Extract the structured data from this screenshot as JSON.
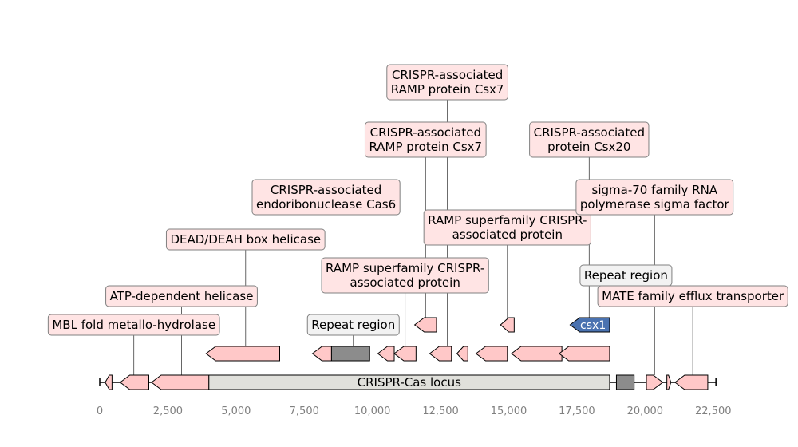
{
  "chart_data": {
    "type": "genomic-map",
    "xlim": [
      0,
      22800
    ],
    "ticks": [
      {
        "value": 0,
        "label": "0"
      },
      {
        "value": 2500,
        "label": "2,500"
      },
      {
        "value": 5000,
        "label": "5,000"
      },
      {
        "value": 7500,
        "label": "7,500"
      },
      {
        "value": 10000,
        "label": "10,000"
      },
      {
        "value": 12500,
        "label": "12,500"
      },
      {
        "value": 15000,
        "label": "15,000"
      },
      {
        "value": 17500,
        "label": "17,500"
      },
      {
        "value": 20000,
        "label": "20,000"
      },
      {
        "value": 22500,
        "label": "22,500"
      }
    ],
    "backbone": {
      "start": 0,
      "end": 22600
    },
    "locus": {
      "start": 4000,
      "end": 18700,
      "label": "CRISPR-Cas locus"
    },
    "features": [
      {
        "id": "g1",
        "start": 200,
        "end": 450,
        "strand": -1,
        "track": 0,
        "kind": "gene"
      },
      {
        "id": "g2",
        "start": 750,
        "end": 1800,
        "strand": -1,
        "track": 0,
        "kind": "gene"
      },
      {
        "id": "g3",
        "start": 1900,
        "end": 4000,
        "strand": -1,
        "track": 0,
        "kind": "gene"
      },
      {
        "id": "r1",
        "start": 18950,
        "end": 19600,
        "strand": 0,
        "track": 0,
        "kind": "repeat"
      },
      {
        "id": "g4",
        "start": 20050,
        "end": 20650,
        "strand": 1,
        "track": 0,
        "kind": "gene"
      },
      {
        "id": "g5",
        "start": 20800,
        "end": 20950,
        "strand": 1,
        "track": 0,
        "kind": "gene"
      },
      {
        "id": "g6",
        "start": 21100,
        "end": 22300,
        "strand": -1,
        "track": 0,
        "kind": "gene"
      },
      {
        "id": "g7",
        "start": 3900,
        "end": 6600,
        "strand": -1,
        "track": 1,
        "kind": "gene"
      },
      {
        "id": "g8",
        "start": 7800,
        "end": 8500,
        "strand": -1,
        "track": 1,
        "kind": "gene"
      },
      {
        "id": "r2",
        "start": 8500,
        "end": 9900,
        "strand": 0,
        "track": 1,
        "kind": "repeat"
      },
      {
        "id": "g9",
        "start": 10200,
        "end": 10800,
        "strand": -1,
        "track": 1,
        "kind": "gene"
      },
      {
        "id": "g10",
        "start": 10800,
        "end": 11600,
        "strand": -1,
        "track": 1,
        "kind": "gene"
      },
      {
        "id": "g11",
        "start": 12100,
        "end": 12900,
        "strand": -1,
        "track": 1,
        "kind": "gene"
      },
      {
        "id": "g12",
        "start": 13100,
        "end": 13500,
        "strand": -1,
        "track": 1,
        "kind": "gene"
      },
      {
        "id": "g13",
        "start": 13800,
        "end": 14950,
        "strand": -1,
        "track": 1,
        "kind": "gene"
      },
      {
        "id": "g14",
        "start": 15100,
        "end": 16950,
        "strand": -1,
        "track": 1,
        "kind": "gene"
      },
      {
        "id": "g15",
        "start": 16850,
        "end": 18700,
        "strand": -1,
        "track": 1,
        "kind": "gene"
      },
      {
        "id": "g16",
        "start": 11550,
        "end": 12350,
        "strand": -1,
        "track": 2,
        "kind": "gene"
      },
      {
        "id": "g17",
        "start": 14700,
        "end": 15200,
        "strand": -1,
        "track": 2,
        "kind": "gene"
      },
      {
        "id": "g18",
        "start": 17250,
        "end": 18700,
        "strand": -1,
        "track": 2,
        "kind": "highlight",
        "label": "csx1"
      }
    ],
    "labels": [
      {
        "text": "MBL fold metallo-hydrolase",
        "anchor": 1250,
        "level": 0,
        "kind": "gene"
      },
      {
        "text": "ATP-dependent helicase",
        "anchor": 3000,
        "level": 1,
        "kind": "gene"
      },
      {
        "text": "DEAD/DEAH box helicase",
        "anchor": 5350,
        "level": 4,
        "kind": "gene"
      },
      {
        "text": "CRISPR-associated\nendoribonuclease Cas6",
        "anchor": 8300,
        "level": 5,
        "kind": "gene"
      },
      {
        "text": "Repeat region",
        "anchor": 9300,
        "level": 0,
        "kind": "repeat"
      },
      {
        "text": "RAMP superfamily CRISPR-\nassociated protein",
        "anchor": 11200,
        "level": 2,
        "kind": "gene"
      },
      {
        "text": "CRISPR-associated\nRAMP protein Csx7",
        "anchor": 11950,
        "level": 6,
        "kind": "gene"
      },
      {
        "text": "CRISPR-associated\nRAMP protein Csx7",
        "anchor": 12750,
        "level": 7,
        "kind": "gene"
      },
      {
        "text": "RAMP superfamily CRISPR-\nassociated protein",
        "anchor": 14950,
        "level": 3,
        "kind": "gene"
      },
      {
        "text": "CRISPR-associated\nprotein Csx20",
        "anchor": 17950,
        "level": 6,
        "kind": "gene"
      },
      {
        "text": "Repeat region",
        "anchor": 19300,
        "level": 2,
        "kind": "repeat"
      },
      {
        "text": "sigma-70 family RNA\npolymerase sigma factor",
        "anchor": 20350,
        "level": 5,
        "kind": "gene"
      },
      {
        "text": "MATE family efflux transporter",
        "anchor": 21750,
        "level": 1,
        "kind": "gene"
      }
    ],
    "colors": {
      "gene_fill": "#ffc8c8",
      "highlight_fill": "#4a72b0",
      "repeat_fill": "#8c8c8c",
      "locus_fill": "#e0e0db",
      "gene_label_bg": "#ffe4e4",
      "repeat_label_bg": "#f2f2f2",
      "label_border": "#808080",
      "leader_line": "#404040",
      "tick_text": "#808080"
    }
  }
}
